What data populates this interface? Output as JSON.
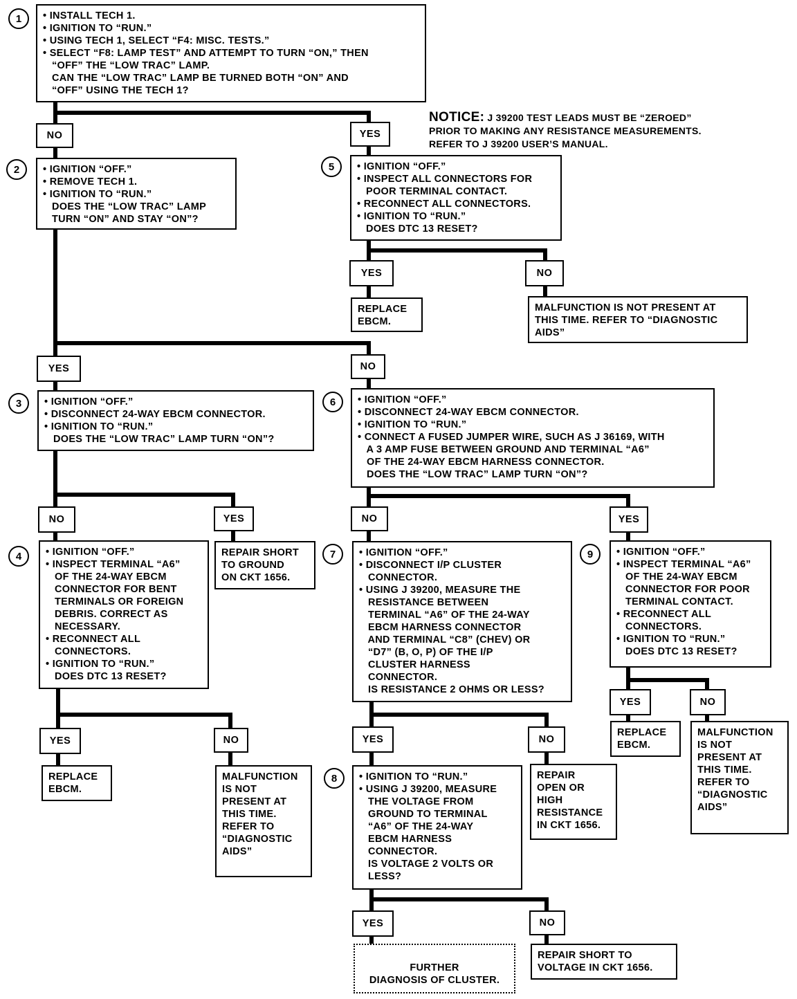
{
  "notice": {
    "heading": "NOTICE:",
    "text": " J 39200 TEST LEADS MUST BE “ZEROED”\nPRIOR TO MAKING ANY RESISTANCE MEASUREMENTS.\nREFER TO J 39200 USER’S MANUAL."
  },
  "steps": {
    "s1": "1",
    "s2": "2",
    "s3": "3",
    "s4": "4",
    "s5": "5",
    "s6": "6",
    "s7": "7",
    "s8": "8",
    "s9": "9"
  },
  "boxes": {
    "b1": "• INSTALL TECH 1.\n• IGNITION TO “RUN.”\n• USING TECH 1, SELECT “F4: MISC. TESTS.”\n• SELECT “F8: LAMP TEST” AND ATTEMPT TO TURN “ON,” THEN\n   “OFF” THE “LOW TRAC” LAMP.\n   CAN THE “LOW TRAC” LAMP BE TURNED BOTH “ON” AND\n   “OFF” USING THE TECH 1?",
    "b2": "• IGNITION “OFF.”\n• REMOVE TECH 1.\n• IGNITION TO “RUN.”\n   DOES THE “LOW TRAC” LAMP\n   TURN “ON” AND STAY “ON”?",
    "b5": "• IGNITION “OFF.”\n• INSPECT ALL CONNECTORS FOR\n   POOR TERMINAL CONTACT.\n• RECONNECT ALL CONNECTORS.\n• IGNITION TO “RUN.”\n   DOES DTC 13 RESET?",
    "b5yes": "REPLACE\nEBCM.",
    "b5no": "MALFUNCTION IS NOT PRESENT AT\nTHIS TIME. REFER TO “DIAGNOSTIC\nAIDS”",
    "b3": "• IGNITION “OFF.”\n• DISCONNECT 24-WAY EBCM CONNECTOR.\n• IGNITION TO “RUN.”\n   DOES THE “LOW TRAC” LAMP TURN “ON”?",
    "b6": "• IGNITION “OFF.”\n• DISCONNECT 24-WAY EBCM CONNECTOR.\n• IGNITION TO “RUN.”\n• CONNECT A FUSED JUMPER WIRE, SUCH AS J 36169, WITH\n   A 3 AMP FUSE BETWEEN GROUND AND TERMINAL “A6”\n   OF THE 24-WAY EBCM HARNESS CONNECTOR.\n   DOES THE “LOW TRAC” LAMP TURN “ON”?",
    "b3yes": "REPAIR SHORT\nTO GROUND\nON CKT 1656.",
    "b4": "• IGNITION “OFF.”\n• INSPECT TERMINAL “A6”\n   OF THE 24-WAY EBCM\n   CONNECTOR FOR BENT\n   TERMINALS OR FOREIGN\n   DEBRIS. CORRECT AS\n   NECESSARY.\n• RECONNECT ALL\n   CONNECTORS.\n• IGNITION TO “RUN.”\n   DOES DTC 13 RESET?",
    "b7": "• IGNITION “OFF.”\n• DISCONNECT I/P CLUSTER\n   CONNECTOR.\n• USING J 39200, MEASURE THE\n   RESISTANCE BETWEEN\n   TERMINAL “A6” OF THE 24-WAY\n   EBCM HARNESS CONNECTOR\n   AND TERMINAL “C8” (CHEV) OR\n   “D7” (B, O, P) OF THE I/P\n   CLUSTER HARNESS\n   CONNECTOR.\n   IS RESISTANCE 2 OHMS OR LESS?",
    "b9": "• IGNITION “OFF.”\n• INSPECT TERMINAL “A6”\n   OF THE 24-WAY EBCM\n   CONNECTOR FOR POOR\n   TERMINAL CONTACT.\n• RECONNECT ALL\n   CONNECTORS.\n• IGNITION TO “RUN.”\n   DOES DTC 13 RESET?",
    "b4yes": "REPLACE\nEBCM.",
    "b4no": "MALFUNCTION\nIS NOT\nPRESENT AT\nTHIS TIME.\nREFER TO\n“DIAGNOSTIC\nAIDS”",
    "b7no": "REPAIR\nOPEN OR\nHIGH\nRESISTANCE\nIN CKT 1656.",
    "b9yes": "REPLACE\nEBCM.",
    "b9no": "MALFUNCTION\nIS NOT\nPRESENT AT\nTHIS TIME.\nREFER TO\n“DIAGNOSTIC\nAIDS”",
    "b8": "• IGNITION TO “RUN.”\n• USING J 39200, MEASURE\n   THE VOLTAGE FROM\n   GROUND TO TERMINAL\n   “A6” OF THE 24-WAY\n   EBCM HARNESS\n   CONNECTOR.\n   IS VOLTAGE 2 VOLTS OR\n   LESS?",
    "b8yes": "FURTHER\nDIAGNOSIS OF CLUSTER.",
    "b8no": "REPAIR SHORT TO\nVOLTAGE IN CKT 1656."
  },
  "labels": {
    "l1no": "NO",
    "l1yes": "YES",
    "l5yes": "YES",
    "l5no": "NO",
    "l2yes": "YES",
    "l2no": "NO",
    "l3no": "NO",
    "l3yes": "YES",
    "l6no": "NO",
    "l6yes": "YES",
    "l4yes": "YES",
    "l4no": "NO",
    "l7yes": "YES",
    "l7no": "NO",
    "l9yes": "YES",
    "l9no": "NO",
    "l8yes": "YES",
    "l8no": "NO"
  }
}
